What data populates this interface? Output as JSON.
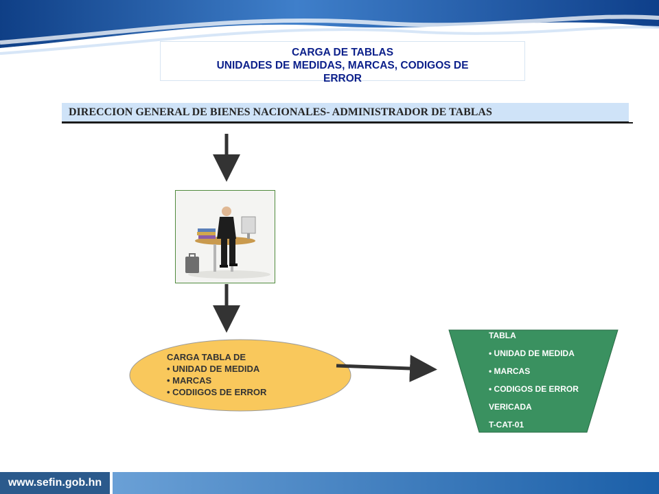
{
  "header": {
    "title_lines": [
      "CARGA DE TABLAS",
      "UNIDADES DE MEDIDAS, MARCAS, CODIGOS DE",
      "ERROR"
    ],
    "subtitle": "DIRECCION GENERAL DE BIENES NACIONALES- ADMINISTRADOR DE TABLAS"
  },
  "process": {
    "lines": [
      "CARGA TABLA DE",
      "• UNIDAD DE MEDIDA",
      "• MARCAS",
      "• CODIIGOS DE ERROR"
    ]
  },
  "table_store": {
    "lines": [
      "TABLA",
      "• UNIDAD DE MEDIDA",
      "• MARCAS",
      "• CODIGOS DE ERROR",
      "VERICADA",
      "T-CAT-01"
    ]
  },
  "footer": {
    "url": "www.sefin.gob.hn"
  },
  "colors": {
    "title_text": "#0b1f8a",
    "subtitle_bar": "#cfe3f8",
    "ellipse_fill": "#f9c85c",
    "table_fill": "#3a9160",
    "footer_left": "#2b5a8c"
  },
  "icons": {
    "photo": "businessman-at-desk-icon"
  }
}
